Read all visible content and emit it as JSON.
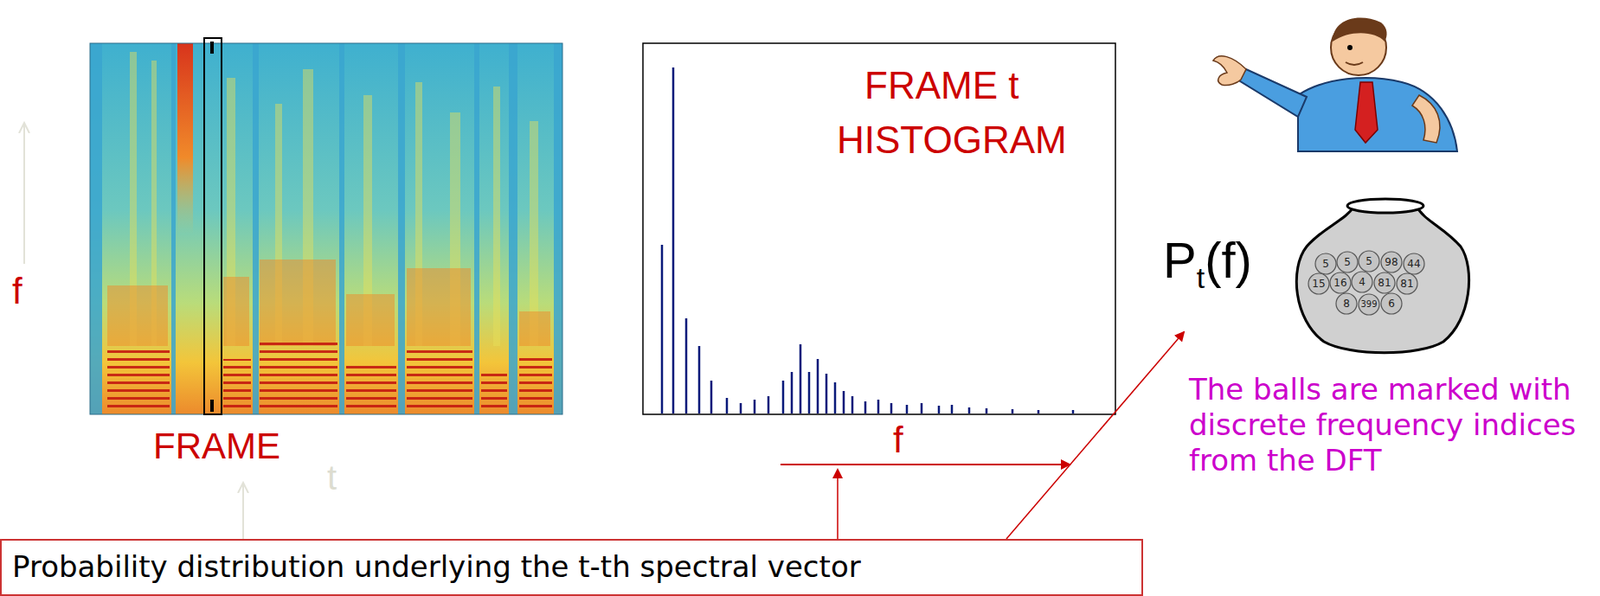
{
  "diagram": {
    "nodes": [
      {
        "text": [
          "Probability distribution underlying the t-th spectral vector"
        ]
      }
    ],
    "labels": [
      "f",
      "FRAME",
      "t",
      "FRAME t",
      "HISTOGRAM",
      "f",
      "P",
      "t",
      "(f)",
      "5",
      "5",
      "5",
      "98",
      "44",
      "15",
      "16",
      "4",
      "81",
      "81",
      "8",
      "399",
      "6",
      "The balls are marked with discrete frequency indices from the DFT"
    ]
  }
}
